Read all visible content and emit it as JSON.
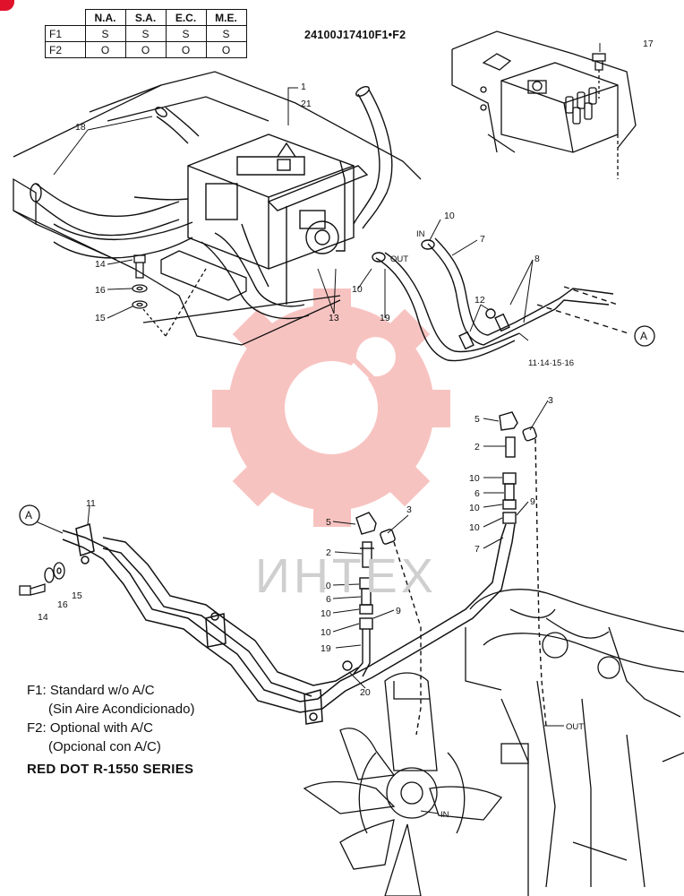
{
  "table": {
    "headers": [
      "",
      "N.A.",
      "S.A.",
      "E.C.",
      "M.E."
    ],
    "rows": [
      {
        "label": "F1",
        "values": [
          "S",
          "S",
          "S",
          "S"
        ]
      },
      {
        "label": "F2",
        "values": [
          "O",
          "O",
          "O",
          "O"
        ]
      }
    ]
  },
  "part_number": "24100J17410F1•F2",
  "watermark": "ИНТЕХ",
  "legend": {
    "f1": "F1: Standard w/o A/C",
    "f1_es": "(Sin Aire Acondicionado)",
    "f2": "F2: Optional with A/C",
    "f2_es": "(Opcional con A/C)"
  },
  "series_title": "RED DOT R-1550 SERIES",
  "callouts": {
    "c17": "17",
    "c1": "1",
    "c21": "21",
    "c18": "18",
    "c10a": "10",
    "c10b": "10",
    "c7a": "7",
    "c8": "8",
    "c14a": "14",
    "c16a": "16",
    "c15a": "15",
    "c12": "12",
    "c13": "13",
    "c19a": "19",
    "c11_14_15_16": "11·14·15·16",
    "in_top": "IN",
    "out_top": "OUT",
    "marker_a_top": "A",
    "c5a": "5",
    "c3a": "3",
    "c2a": "2",
    "c10c": "10",
    "c6a": "6",
    "c10d": "10",
    "c9a": "9",
    "c10e": "10",
    "c7b": "7",
    "marker_a_bottom": "A",
    "c11": "11",
    "c14b": "14",
    "c16b": "16",
    "c15b": "15",
    "c5b": "5",
    "c3b": "3",
    "c2b": "2",
    "c10f": "10",
    "c6b": "6",
    "c10g": "10",
    "c9b": "9",
    "c10h": "10",
    "c19b": "19",
    "c20": "20",
    "out_bottom": "OUT",
    "in_bottom": "IN"
  }
}
